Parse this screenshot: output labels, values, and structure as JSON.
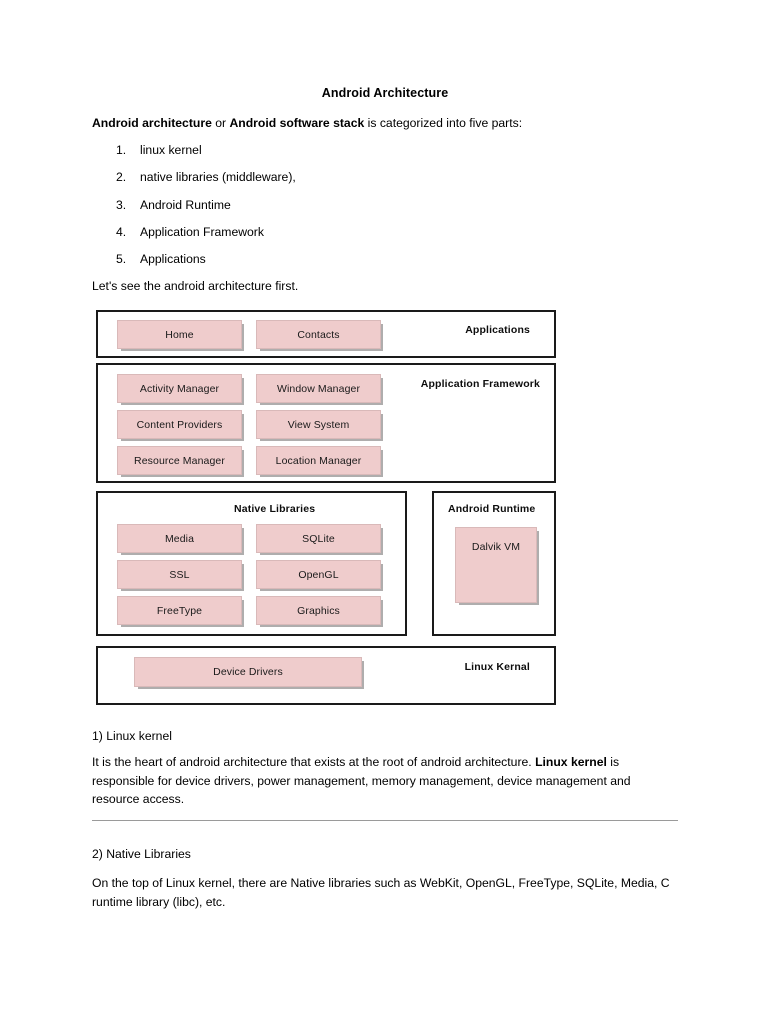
{
  "document": {
    "title": "Android Architecture",
    "intro": {
      "bold1": "Android architecture",
      "mid": " or ",
      "bold2": "Android software stack",
      "tail": " is categorized into five parts:"
    },
    "list": [
      {
        "num": "1.",
        "label": "linux kernel"
      },
      {
        "num": "2.",
        "label": "native libraries (middleware),"
      },
      {
        "num": "3.",
        "label": "Android Runtime"
      },
      {
        "num": "4.",
        "label": "Application Framework"
      },
      {
        "num": "5.",
        "label": "Applications"
      }
    ],
    "lead_in": "Let's see the android architecture first."
  },
  "diagram": {
    "accent_color": "#EFCCCC",
    "border_color": "#1A1A1A",
    "layers": {
      "applications": {
        "title": "Applications",
        "chips": [
          "Home",
          "Contacts"
        ]
      },
      "application_framework": {
        "title": "Application Framework",
        "chips_left": [
          "Activity Manager",
          "Content Providers",
          "Resource Manager"
        ],
        "chips_right": [
          "Window Manager",
          "View System",
          "Location Manager"
        ]
      },
      "native_libraries": {
        "title": "Native Libraries",
        "chips_left": [
          "Media",
          "SSL",
          "FreeType"
        ],
        "chips_right": [
          "SQLite",
          "OpenGL",
          "Graphics"
        ]
      },
      "android_runtime": {
        "title": "Android Runtime",
        "chips": [
          "Dalvik VM"
        ]
      },
      "linux_kernel": {
        "title": "Linux Kernal",
        "chips": [
          "Device Drivers"
        ]
      }
    }
  },
  "sections": [
    {
      "heading": "1) Linux kernel",
      "body_start": "It is the heart of android architecture that exists at the root of android architecture. ",
      "body_bold": "Linux kernel",
      "body_end": " is responsible for device drivers, power management, memory management, device management and resource access."
    },
    {
      "heading": "2) Native Libraries",
      "body_start": "On the top of Linux kernel, there are Native libraries such as WebKit, OpenGL, FreeType, SQLite, Media, C runtime library (libc), etc.",
      "body_bold": "",
      "body_end": ""
    }
  ]
}
